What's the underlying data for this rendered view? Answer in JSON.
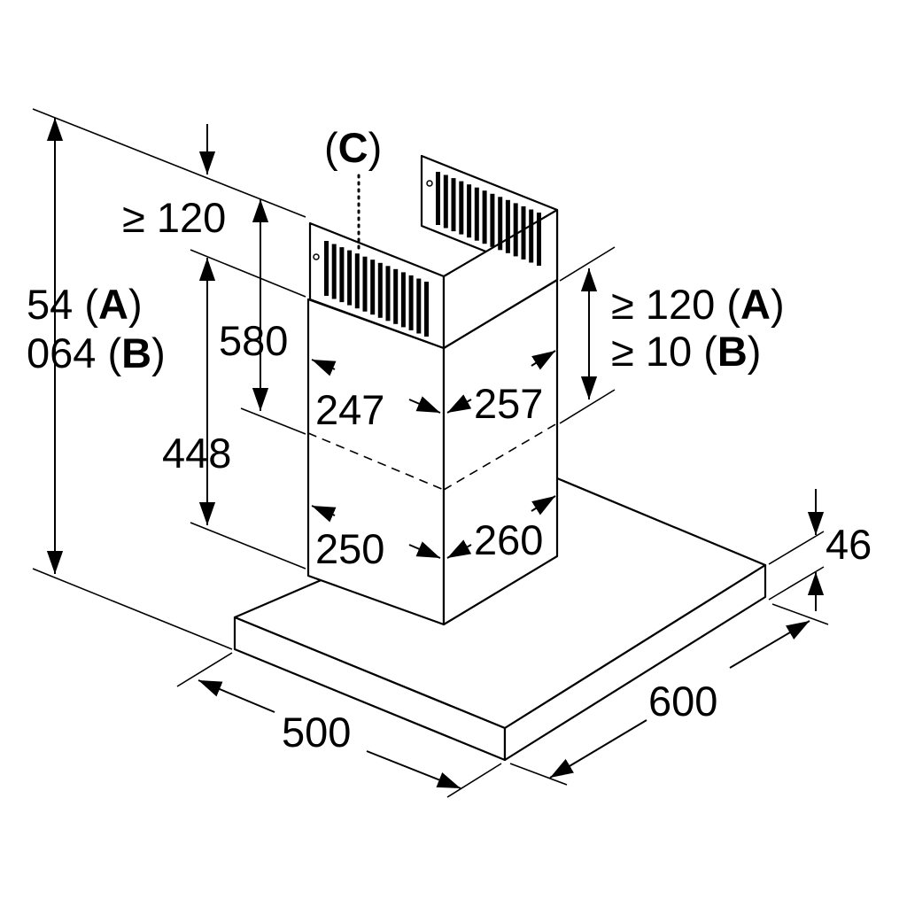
{
  "dimensions": {
    "total_height_a": "54 (",
    "total_height_a_letter": "A",
    "total_height_a_close": ")",
    "total_height_b": "064 (",
    "total_height_b_letter": "B",
    "total_height_b_close": ")",
    "top_clearance": "≥ 120",
    "upper_chimney_height": "580",
    "lower_chimney_height": "448",
    "upper_width_left": "247",
    "upper_width_right": "257",
    "lower_width_left": "250",
    "lower_width_right": "260",
    "overlap_a": "≥ 120 (",
    "overlap_a_letter": "A",
    "overlap_a_close": ")",
    "overlap_b": "≥ 10 (",
    "overlap_b_letter": "B",
    "overlap_b_close": ")",
    "canopy_thickness": "46",
    "canopy_depth": "500",
    "canopy_width": "600"
  },
  "callouts": {
    "c_open": "(",
    "c_letter": "C",
    "c_close": ")"
  }
}
